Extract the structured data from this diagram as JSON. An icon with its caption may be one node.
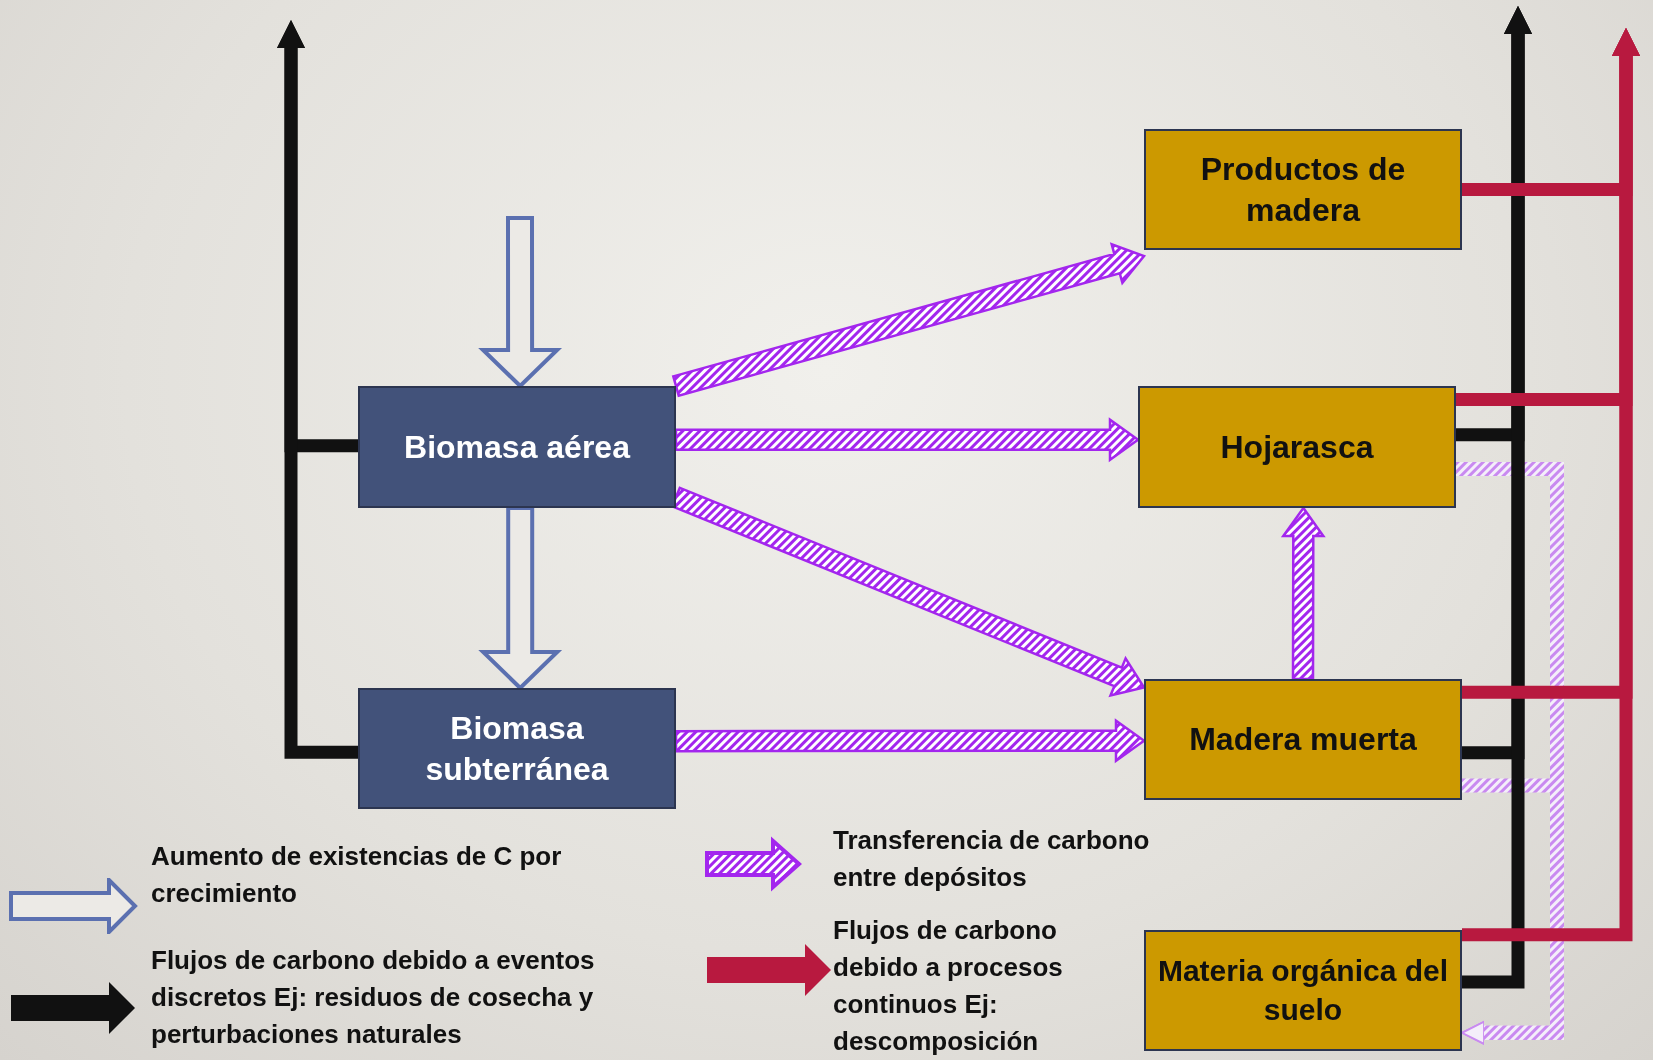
{
  "diagram": {
    "nodes": [
      {
        "text": [
          "Biomasa aérea"
        ]
      },
      {
        "text": [
          "Biomasa subterránea"
        ]
      },
      {
        "text": [
          "Productos de madera"
        ]
      },
      {
        "text": [
          "Hojarasca"
        ]
      },
      {
        "text": [
          "Madera muerta"
        ]
      },
      {
        "text": [
          "Materia orgánica del suelo"
        ]
      }
    ],
    "edges": [
      {
        "from": null,
        "to": 0,
        "arrow": "to",
        "color": "#5b70b0"
      },
      {
        "from": 0,
        "to": 1,
        "arrow": "to",
        "color": "#5b70b0"
      },
      {
        "from": 0,
        "to": 2,
        "arrow": "to"
      },
      {
        "from": 0,
        "to": 3,
        "arrow": "to"
      },
      {
        "from": 0,
        "to": 4,
        "arrow": "to"
      },
      {
        "from": 1,
        "to": 4,
        "arrow": "to"
      },
      {
        "from": 4,
        "to": 3,
        "arrow": "to"
      },
      {
        "from": 0,
        "to": null,
        "arrow": "to",
        "color": "#111111"
      },
      {
        "from": 1,
        "to": null,
        "arrow": "to",
        "color": "#111111"
      },
      {
        "from": 3,
        "to": null,
        "arrow": "to",
        "color": "#111111"
      },
      {
        "from": 4,
        "to": null,
        "arrow": "to",
        "color": "#111111"
      },
      {
        "from": 5,
        "to": null,
        "arrow": "to",
        "color": "#111111"
      },
      {
        "from": 2,
        "to": null,
        "arrow": "to",
        "color": "#b8193f"
      },
      {
        "from": 3,
        "to": null,
        "arrow": "to",
        "color": "#b8193f"
      },
      {
        "from": 4,
        "to": null,
        "arrow": "to",
        "color": "#b8193f"
      },
      {
        "from": 5,
        "to": null,
        "arrow": "to",
        "color": "#b8193f"
      },
      {
        "from": 3,
        "to": 5,
        "arrow": "to",
        "color": "#c98af0"
      },
      {
        "from": 4,
        "to": 5,
        "arrow": "to",
        "color": "#c98af0"
      }
    ],
    "legend": [
      {
        "text": "Aumento de existencias de C por crecimiento"
      },
      {
        "text": "Flujos de carbono debido a eventos discretos Ej: residuos de cosecha y perturbaciones naturales"
      },
      {
        "text": "Transferencia de carbono entre depósitos"
      },
      {
        "text": "Flujos de carbono debido a procesos continuos Ej: descomposición"
      }
    ]
  }
}
